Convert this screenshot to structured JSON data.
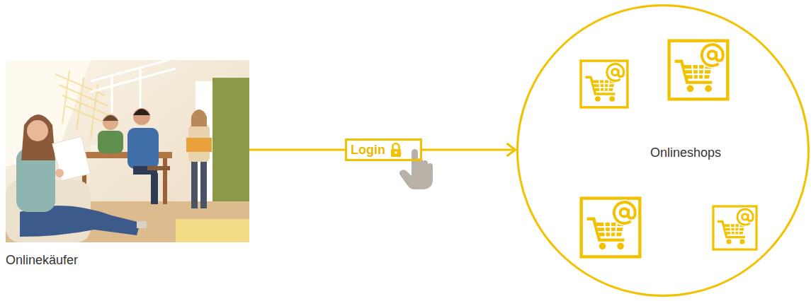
{
  "diagram": {
    "nodes": [
      {
        "text": [
          "Onlinekäufer"
        ]
      },
      {
        "text": [
          "Login"
        ]
      },
      {
        "text": [
          "Onlineshops"
        ]
      }
    ],
    "edges": [
      {
        "from": 0,
        "to": 1,
        "arrow": "none"
      },
      {
        "from": 1,
        "to": 2,
        "arrow": "to"
      }
    ]
  }
}
